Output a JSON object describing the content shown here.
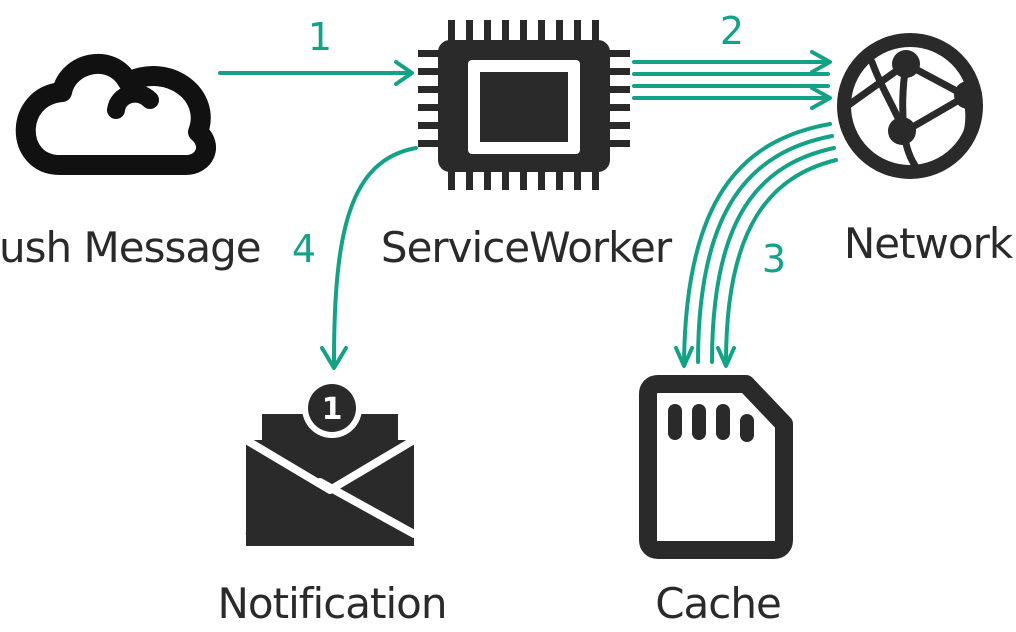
{
  "colors": {
    "arrow": "#14a287",
    "icon": "#2a2a2a"
  },
  "nodes": {
    "push_message": {
      "label": "Push Message",
      "icon": "cloud-icon"
    },
    "service_worker": {
      "label": "ServiceWorker",
      "icon": "cpu-chip-icon"
    },
    "network": {
      "label": "Network",
      "icon": "globe-network-icon"
    },
    "notification": {
      "label": "Notification",
      "icon": "envelope-icon",
      "badge": "1"
    },
    "cache": {
      "label": "Cache",
      "icon": "memory-card-icon"
    }
  },
  "steps": [
    {
      "label": "1"
    },
    {
      "label": "2"
    },
    {
      "label": "3"
    },
    {
      "label": "4"
    }
  ]
}
